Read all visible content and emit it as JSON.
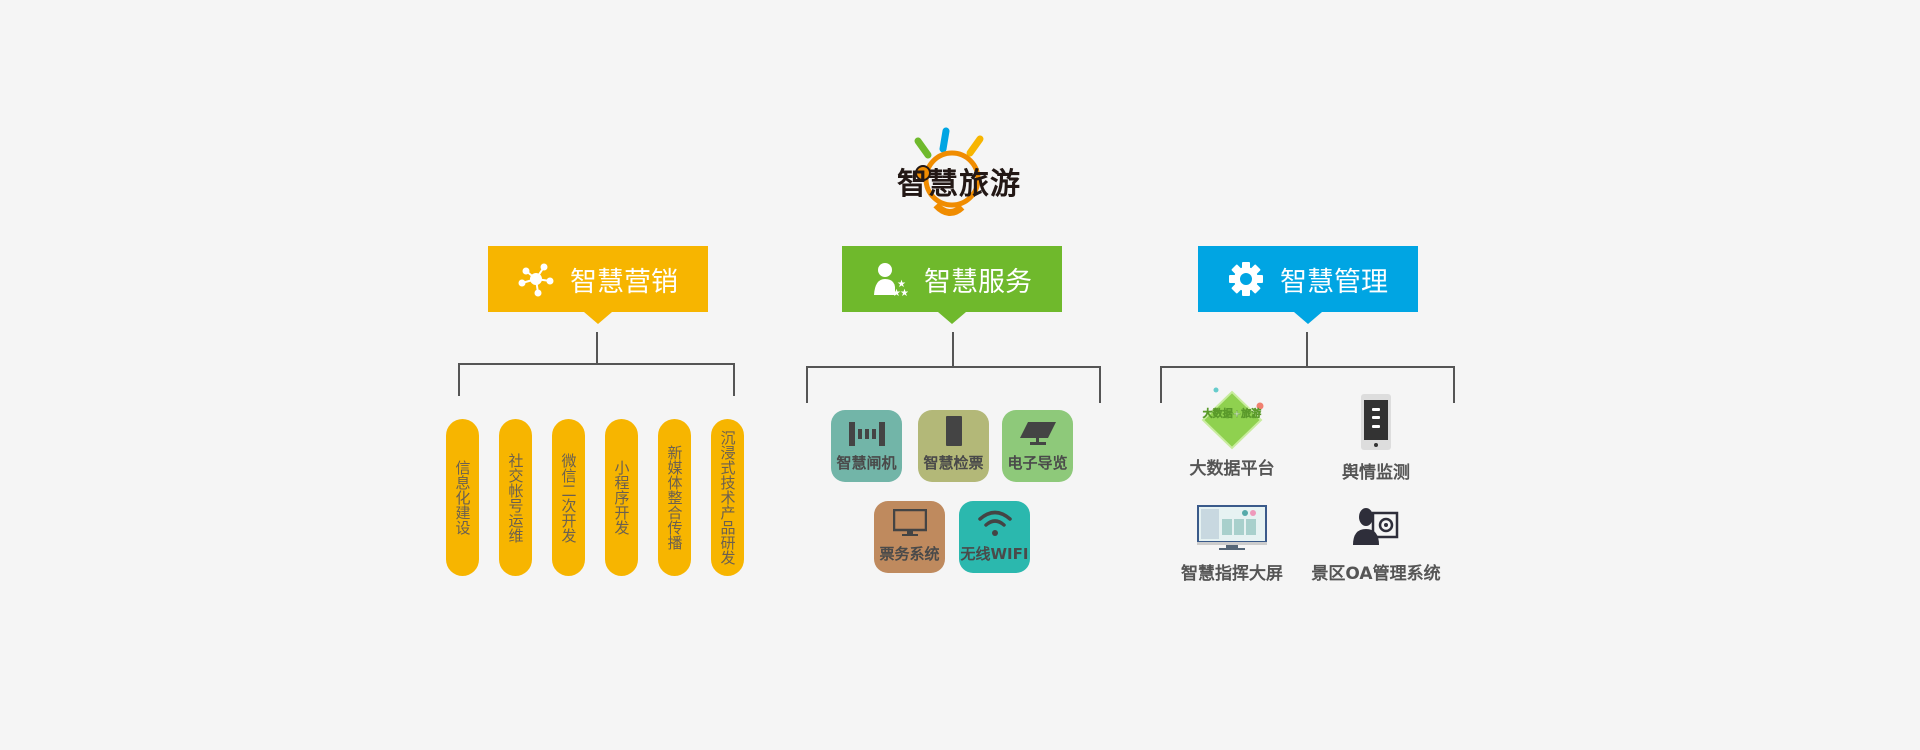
{
  "logo": {
    "text": "智慧旅游"
  },
  "categories": [
    {
      "title": "智慧营销",
      "color": "#f7b500",
      "icon": "network-icon"
    },
    {
      "title": "智慧服务",
      "color": "#6fb92c",
      "icon": "user-stars-icon"
    },
    {
      "title": "智慧管理",
      "color": "#00a5e3",
      "icon": "gear-icon"
    }
  ],
  "marketing": [
    "信息化建设",
    "社交帐号运维",
    "微信二次开发",
    "小程序开发",
    "新媒体整合传播",
    "沉浸式技术产品研发"
  ],
  "service": [
    {
      "label": "智慧闸机",
      "color": "#72b5a8",
      "icon": "gate-icon"
    },
    {
      "label": "智慧检票",
      "color": "#b3b878",
      "icon": "phone-icon"
    },
    {
      "label": "电子导览",
      "color": "#8ec97a",
      "icon": "screen-icon"
    },
    {
      "label": "票务系统",
      "color": "#bf8a5e",
      "icon": "monitor-icon"
    },
    {
      "label": "无线WIFI",
      "color": "#2bb8ae",
      "icon": "wifi-icon"
    }
  ],
  "management": [
    {
      "label": "大数据平台",
      "icon": "big-data-icon",
      "badge": "大数据+旅游"
    },
    {
      "label": "舆情监测",
      "icon": "smartphone-icon"
    },
    {
      "label": "智慧指挥大屏",
      "icon": "dashboard-monitor-icon"
    },
    {
      "label": "景区OA管理系统",
      "icon": "admin-user-icon"
    }
  ]
}
